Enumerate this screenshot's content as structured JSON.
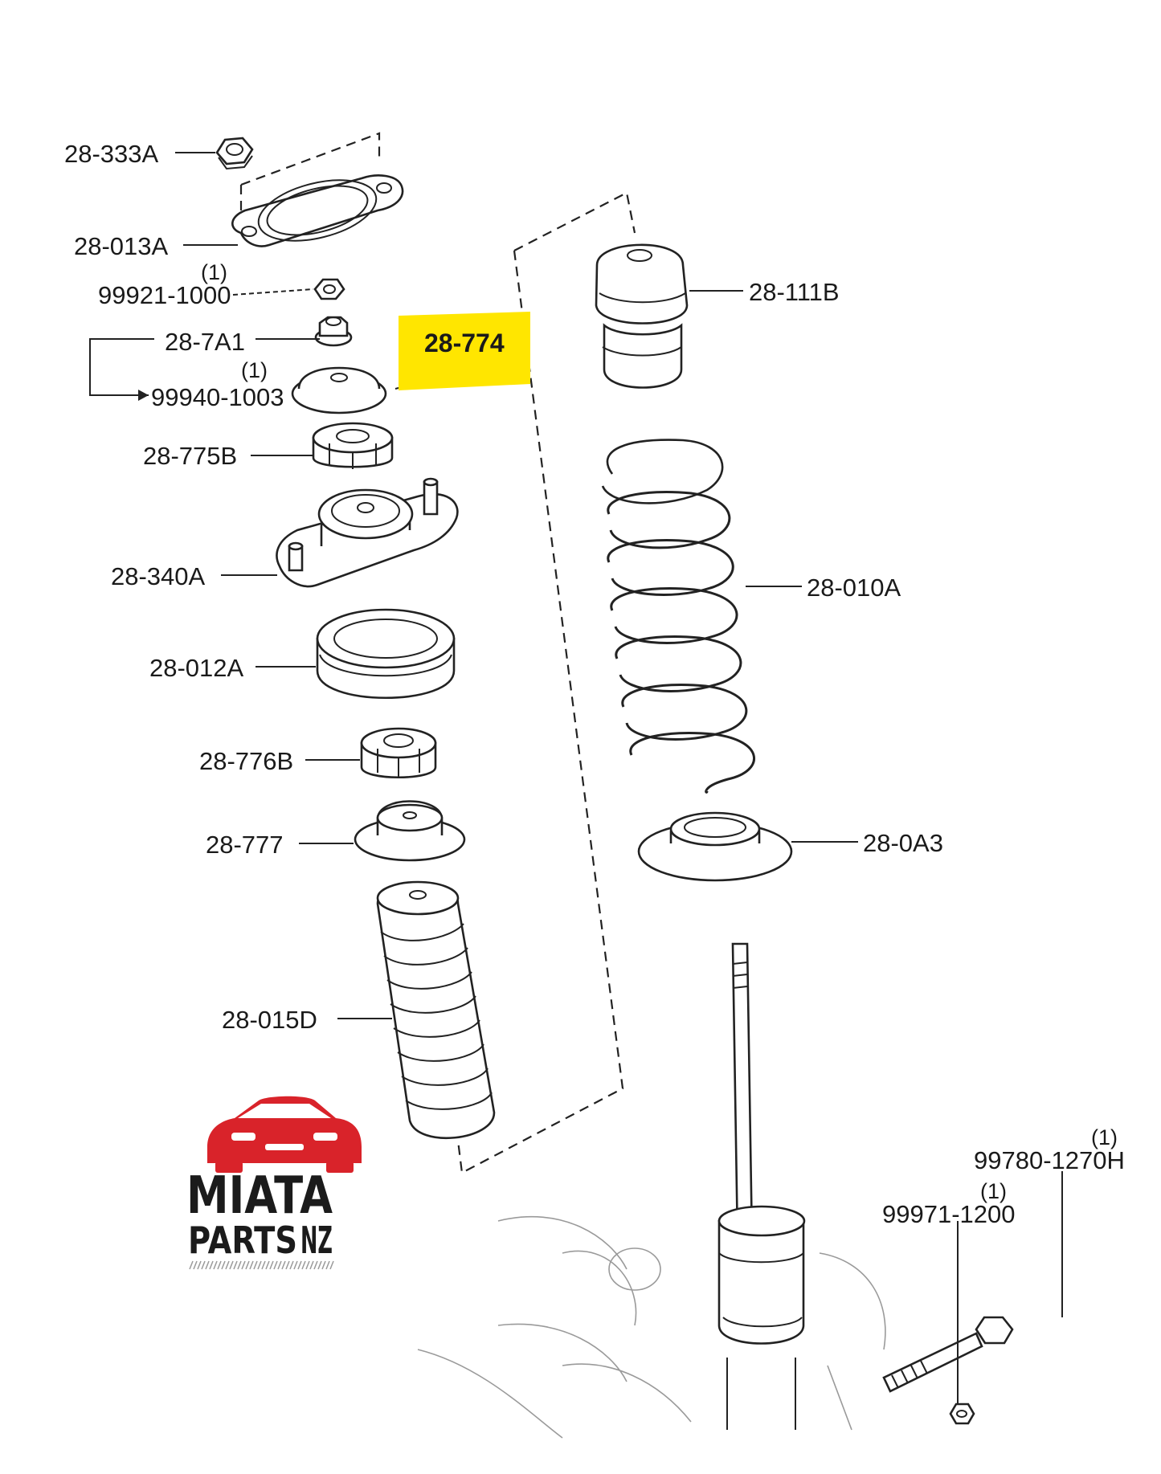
{
  "diagram": {
    "highlight_color": "#FFE600",
    "parts": [
      {
        "id": "p-28-333A",
        "label": "28-333A"
      },
      {
        "id": "p-28-013A",
        "label": "28-013A"
      },
      {
        "id": "p-99921-1000",
        "qty": "(1)",
        "label": "99921-1000"
      },
      {
        "id": "p-28-7A1",
        "label": "28-7A1"
      },
      {
        "id": "p-99940-1003",
        "qty": "(1)",
        "label": "99940-1003"
      },
      {
        "id": "p-28-774",
        "label": "28-774",
        "highlighted": true
      },
      {
        "id": "p-28-775B",
        "label": "28-775B"
      },
      {
        "id": "p-28-340A",
        "label": "28-340A"
      },
      {
        "id": "p-28-012A",
        "label": "28-012A"
      },
      {
        "id": "p-28-776B",
        "label": "28-776B"
      },
      {
        "id": "p-28-777",
        "label": "28-777"
      },
      {
        "id": "p-28-015D",
        "label": "28-015D"
      },
      {
        "id": "p-28-111B",
        "label": "28-111B"
      },
      {
        "id": "p-28-010A",
        "label": "28-010A"
      },
      {
        "id": "p-28-0A3",
        "label": "28-0A3"
      },
      {
        "id": "p-99780-1270H",
        "qty": "(1)",
        "label": "99780-1270H"
      },
      {
        "id": "p-99971-1200",
        "qty": "(1)",
        "label": "99971-1200"
      }
    ]
  },
  "logo": {
    "line1": "MIATA",
    "line2a": "PARTS",
    "line2b": "NZ",
    "car_color": "#D9232A",
    "text_color": "#1B1B1B",
    "nz_color": "#9A9A9A"
  }
}
